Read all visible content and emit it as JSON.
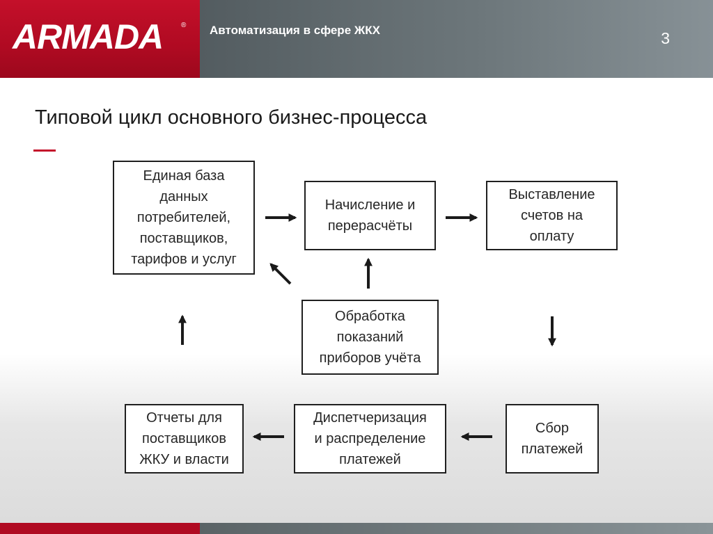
{
  "header": {
    "logo_text": "ARMADA",
    "logo_mark": "®",
    "title": "Автоматизация в сфере ЖКХ",
    "page_number": "3"
  },
  "slide": {
    "title": "Типовой цикл основного бизнес-процесса"
  },
  "diagram": {
    "nodes": {
      "database": "Единая база\nданных\nпотребителей,\nпоставщиков,\nтарифов и услуг",
      "billing": "Начисление и\nперерасчёты",
      "invoicing": "Выставление\nсчетов на\nоплату",
      "meter_readings": "Обработка\nпоказаний\nприборов учёта",
      "payment_collection": "Сбор\nплатежей",
      "dispatching": "Диспетчеризация\nи распределение\nплатежей",
      "reports": "Отчеты для\nпоставщиков\nЖКУ и власти"
    }
  },
  "colors": {
    "brand_red": "#c4102a",
    "header_gray": "#6d777b",
    "box_border": "#1f1f1f",
    "arrow": "#1a1a1a"
  }
}
